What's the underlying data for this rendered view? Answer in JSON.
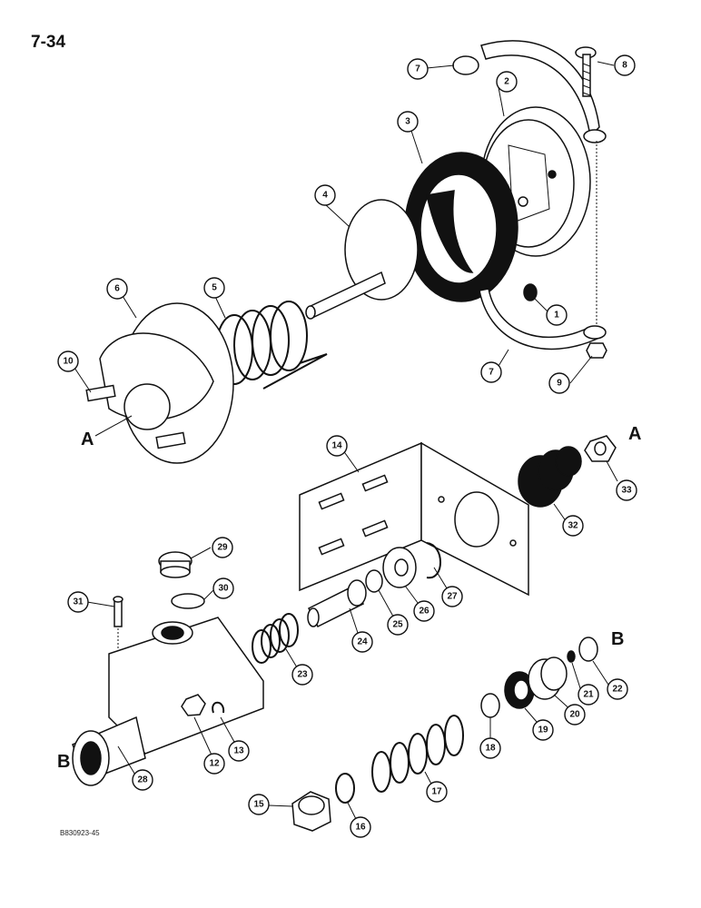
{
  "page_number": "7-34",
  "figure_code": "B830923-45",
  "reference_letters": {
    "a_top": "A",
    "a_left": "A",
    "b_right": "B",
    "b_left": "B"
  },
  "callouts": [
    "1",
    "2",
    "3",
    "4",
    "5",
    "6",
    "7",
    "7",
    "8",
    "9",
    "10",
    "12",
    "13",
    "14",
    "15",
    "16",
    "17",
    "18",
    "19",
    "20",
    "21",
    "22",
    "23",
    "24",
    "25",
    "26",
    "27",
    "28",
    "29",
    "30",
    "31",
    "32",
    "33"
  ]
}
